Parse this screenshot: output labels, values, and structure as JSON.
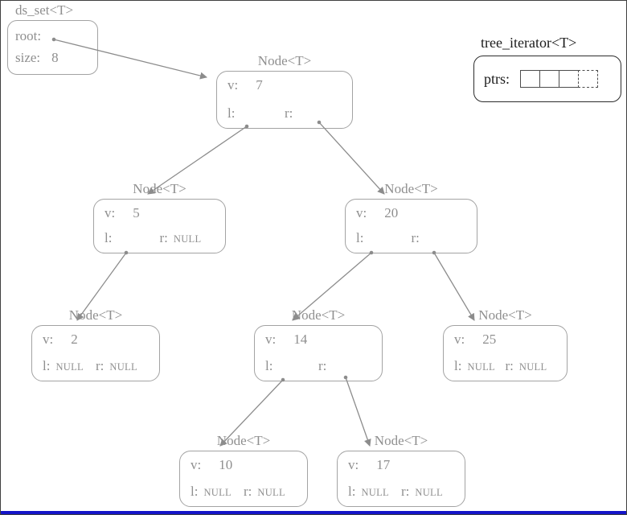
{
  "ds_set": {
    "title": "ds_set<T>",
    "root_label": "root:",
    "size_label": "size:",
    "size_value": "8"
  },
  "iterator": {
    "title": "tree_iterator<T>",
    "ptrs_label": "ptrs:",
    "cell_count": 4,
    "last_cell_style": "dashed"
  },
  "nodes": [
    {
      "id": "7",
      "title": "Node<T>",
      "v_label": "v:",
      "v": "7",
      "l_label": "l:",
      "l": "",
      "r_label": "r:",
      "r": ""
    },
    {
      "id": "5",
      "title": "Node<T>",
      "v_label": "v:",
      "v": "5",
      "l_label": "l:",
      "l": "",
      "r_label": "r:",
      "r": "NULL"
    },
    {
      "id": "20",
      "title": "Node<T>",
      "v_label": "v:",
      "v": "20",
      "l_label": "l:",
      "l": "",
      "r_label": "r:",
      "r": ""
    },
    {
      "id": "2",
      "title": "Node<T>",
      "v_label": "v:",
      "v": "2",
      "l_label": "l:",
      "l": "NULL",
      "r_label": "r:",
      "r": "NULL"
    },
    {
      "id": "14",
      "title": "Node<T>",
      "v_label": "v:",
      "v": "14",
      "l_label": "l:",
      "l": "",
      "r_label": "r:",
      "r": ""
    },
    {
      "id": "25",
      "title": "Node<T>",
      "v_label": "v:",
      "v": "25",
      "l_label": "l:",
      "l": "NULL",
      "r_label": "r:",
      "r": "NULL"
    },
    {
      "id": "10",
      "title": "Node<T>",
      "v_label": "v:",
      "v": "10",
      "l_label": "l:",
      "l": "NULL",
      "r_label": "r:",
      "r": "NULL"
    },
    {
      "id": "17",
      "title": "Node<T>",
      "v_label": "v:",
      "v": "17",
      "l_label": "l:",
      "l": "NULL",
      "r_label": "r:",
      "r": "NULL"
    }
  ],
  "tree": {
    "root_value": "7",
    "size": 8,
    "edges": [
      {
        "from": "root",
        "to": "7"
      },
      {
        "from": "7",
        "to": "5",
        "via": "l"
      },
      {
        "from": "7",
        "to": "20",
        "via": "r"
      },
      {
        "from": "5",
        "to": "2",
        "via": "l"
      },
      {
        "from": "20",
        "to": "14",
        "via": "l"
      },
      {
        "from": "20",
        "to": "25",
        "via": "r"
      },
      {
        "from": "14",
        "to": "10",
        "via": "l"
      },
      {
        "from": "14",
        "to": "17",
        "via": "r"
      }
    ]
  },
  "colors": {
    "node_border": "#a3a3a3",
    "node_text": "#8f8f8f",
    "iterator_text": "#1b1b1b",
    "arrow": "#8c8c8c",
    "bottom_bar": "#1414c8"
  }
}
